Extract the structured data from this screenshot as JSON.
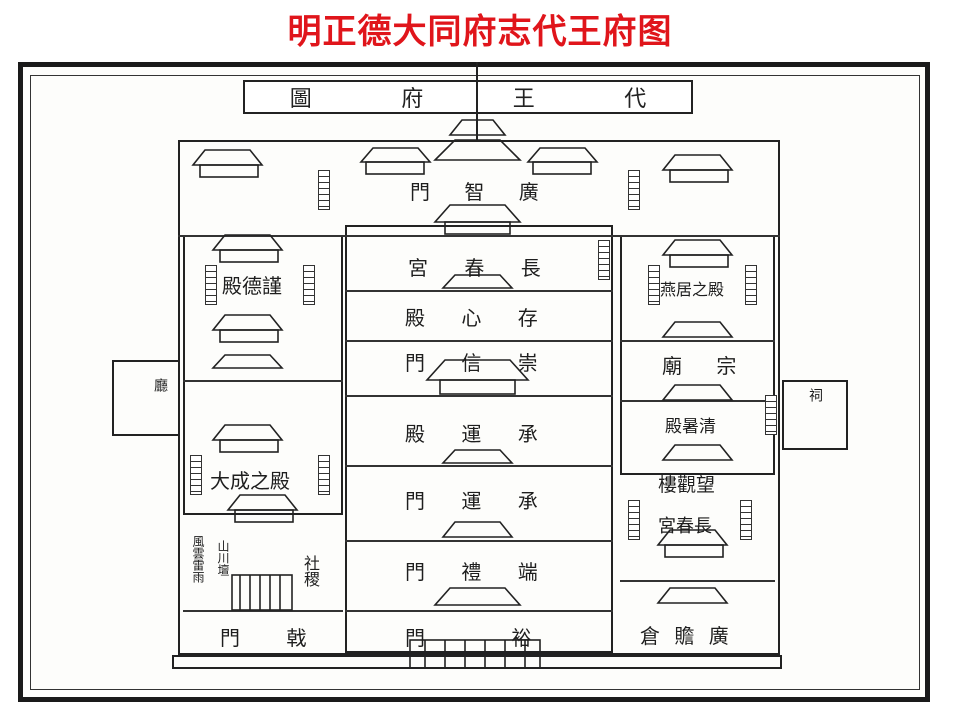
{
  "title": "明正德大同府志代王府图",
  "plaque": [
    "代",
    "王",
    "府",
    "圖"
  ],
  "labels": {
    "guangzhi_gate": "門 智 廣",
    "changchun_palace": "宮 春 長",
    "cunxin_hall": "殿 心 存",
    "chongxin_gate": "門 信 崇",
    "chengyun_hall": "殿 運 承",
    "chengyun_gate": "門 運 承",
    "duanli_gate": "門 禮 端",
    "yu_gate": "門 裕",
    "jinde_hall": "殿德謹",
    "dacheng_hall": "大成之殿",
    "zhan_gate": "門 戟",
    "yanju_hall": "燕居之殿",
    "zong_temple": "廟 宗",
    "qingshu_hall": "殿暑清",
    "wangjue_tower": "樓觀望",
    "changchun_palace2": "宮春長",
    "guangzhan_granary": "倉 贍 廣",
    "sheji": "社稷",
    "fengyun": "風雲雷雨",
    "shanchuan": "山川壇",
    "west_annex": "廳",
    "east_annex": "祠"
  },
  "colors": {
    "title": "#e0151b",
    "ink": "#1e1e1e"
  }
}
